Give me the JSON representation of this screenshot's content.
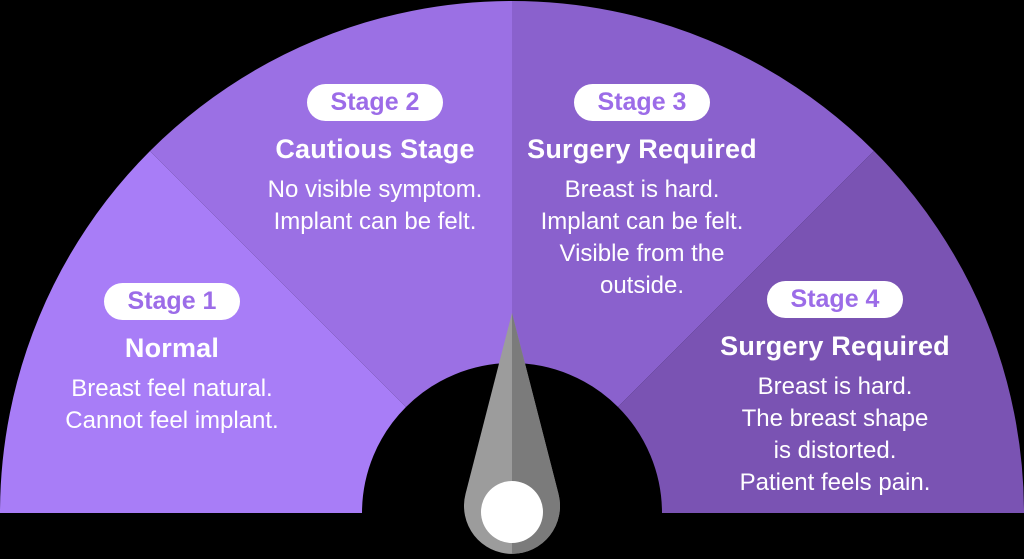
{
  "gauge": {
    "colors": {
      "stage1": "#a87df7",
      "stage2": "#9b70e4",
      "stage3": "#8a61cd",
      "stage4": "#7a53b3",
      "badge_bg": "#ffffff",
      "badge_text": "#9c6ce8",
      "text": "#ffffff",
      "needle_light": "#9c9c9c",
      "needle_dark": "#7b7b7b",
      "needle_hub": "#ffffff"
    },
    "stages": [
      {
        "badge": "Stage 1",
        "title": "Normal",
        "body": "Breast feel natural.\nCannot feel implant."
      },
      {
        "badge": "Stage 2",
        "title": "Cautious Stage",
        "body": "No visible symptom.\nImplant can be felt."
      },
      {
        "badge": "Stage 3",
        "title": "Surgery Required",
        "body": "Breast is hard.\nImplant can be felt.\nVisible from the\noutside."
      },
      {
        "badge": "Stage 4",
        "title": "Surgery Required",
        "body": "Breast is hard.\nThe breast shape\nis distorted.\nPatient feels pain."
      }
    ]
  }
}
